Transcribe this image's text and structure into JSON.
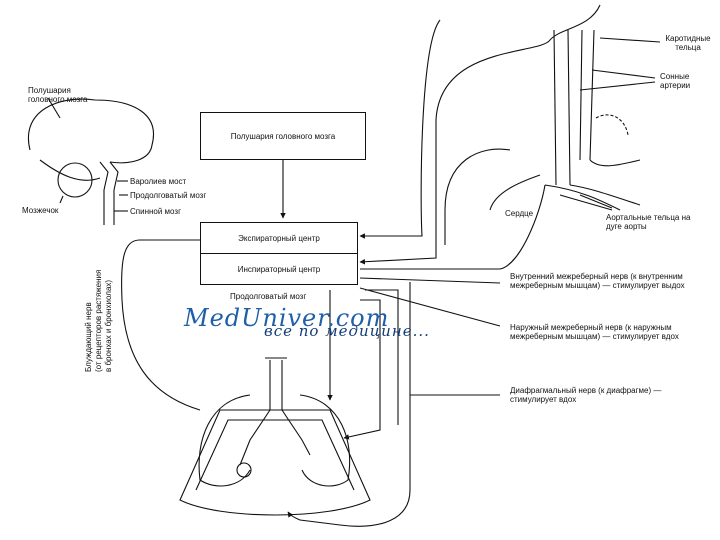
{
  "labels": {
    "hemispheres_left": "Полушария головного мозга",
    "hemispheres_box": "Полушария головного мозга",
    "pons": "Варолиев мост",
    "medulla": "Продолговатый мозг",
    "cerebellum": "Мозжечок",
    "spinal_cord": "Спинной мозг",
    "expiratory_center": "Экспираторный центр",
    "inspiratory_center": "Инспираторный центр",
    "medulla_bottom": "Продолговатый мозг",
    "carotid_bodies": "Каротидные тельца",
    "carotid_arteries": "Сонные артерии",
    "heart": "Сердце",
    "aortic_bodies": "Аортальные тельца на дуге аорты",
    "internal_intercostal": "Внутренний межреберный нерв (к внутренним межреберным мышцам) — стимулирует выдох",
    "external_intercostal": "Наружный межреберный нерв (к наружным межреберным мышцам) — стимулирует вдох",
    "phrenic": "Диафрагмальный нерв (к диафрагме) — стимулирует вдох",
    "vagus_line1": "Блуждающий нерв",
    "vagus_line2": "(от рецепторов растяжения",
    "vagus_line3": "в бронхах и бронхиолах)"
  },
  "watermark": {
    "site": "MedUniver.com",
    "slogan": "все по медицине..."
  },
  "colors": {
    "line": "#111111",
    "watermark_site": "#1f5fa8",
    "watermark_slogan": "#123c78"
  }
}
